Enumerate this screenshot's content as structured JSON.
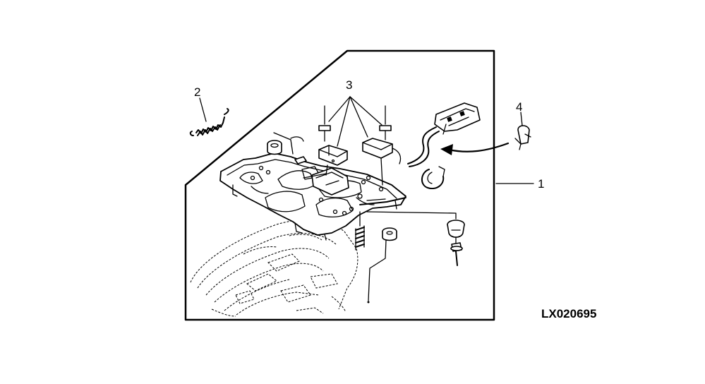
{
  "figure": {
    "reference_code": "LX020695",
    "callouts": [
      "1",
      "2",
      "3",
      "4"
    ]
  },
  "colors": {
    "line": "#000000",
    "background": "#ffffff"
  }
}
